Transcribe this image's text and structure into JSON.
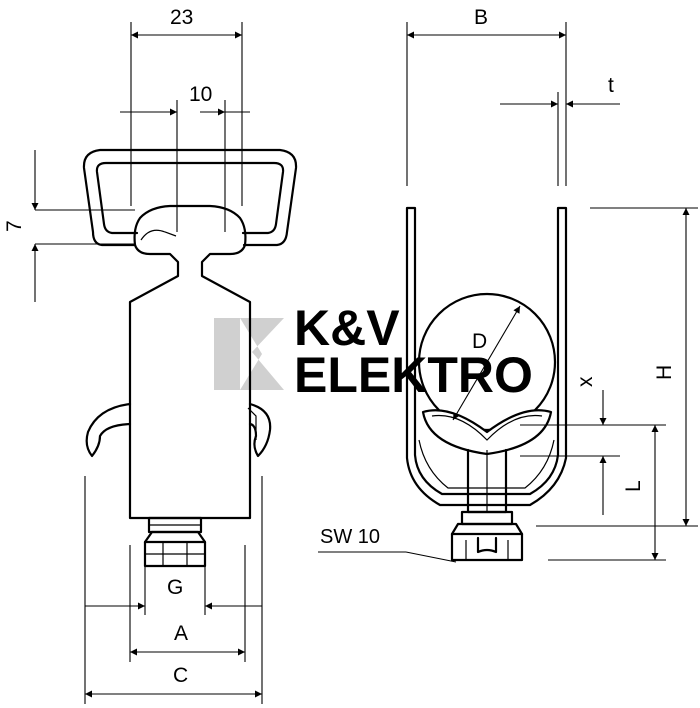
{
  "watermark": {
    "line1": "K&V",
    "line2": "ELEKTRO",
    "color": "#c8c8c8"
  },
  "dimensions": {
    "width_23": "23",
    "width_10": "10",
    "height_7": "7",
    "G": "G",
    "A": "A",
    "C": "C",
    "B": "B",
    "t": "t",
    "H": "H",
    "D": "D",
    "x": "x",
    "L": "L",
    "SW": "SW 10"
  }
}
